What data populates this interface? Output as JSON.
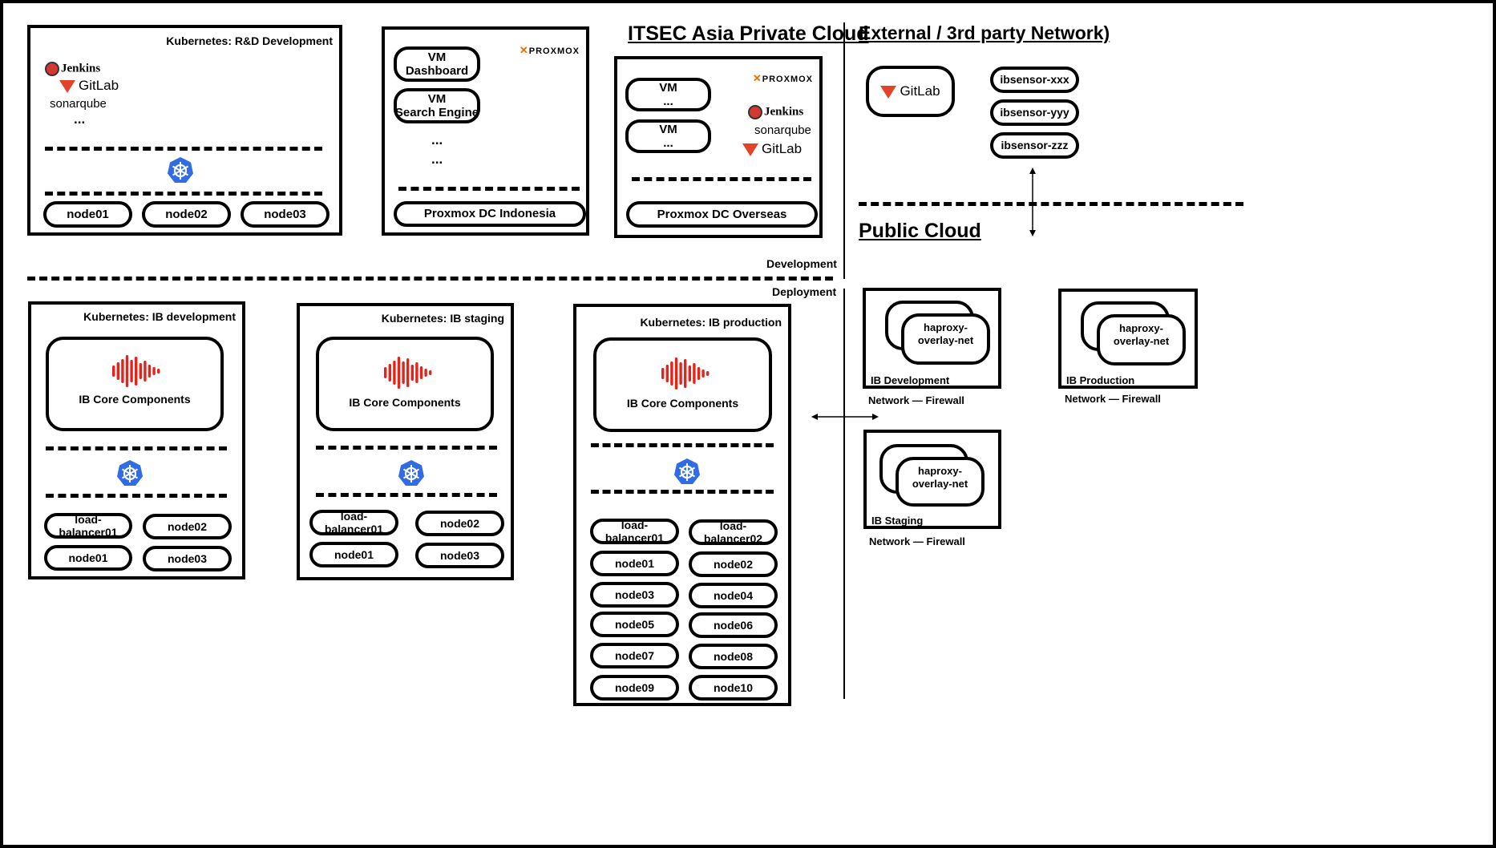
{
  "headings": {
    "itsec": "ITSEC Asia Private Cloud",
    "external": "External / 3rd party Network)",
    "public_cloud": "Public Cloud",
    "development": "Development",
    "deployment": "Deployment"
  },
  "rd": {
    "title": "Kubernetes: R&D Development",
    "tools": {
      "jenkins": "Jenkins",
      "gitlab": "GitLab",
      "sonar": "sonarqube",
      "more": "..."
    },
    "nodes": [
      "node01",
      "node02",
      "node03"
    ]
  },
  "pve_id": {
    "brand": "PROXMOX",
    "vms": [
      "VM\nDashboard",
      "VM\nSearch Engine"
    ],
    "more": [
      "...",
      "..."
    ],
    "base": "Proxmox DC Indonesia"
  },
  "pve_os": {
    "brand": "PROXMOX",
    "vms": [
      "VM\n...",
      "VM\n..."
    ],
    "tools": {
      "jenkins": "Jenkins",
      "sonar": "sonarqube",
      "gitlab": "GitLab"
    },
    "base": "Proxmox DC Overseas"
  },
  "external": {
    "gitlab": "GitLab",
    "sensors": [
      "ibsensor-xxx",
      "ibsensor-yyy",
      "ibsensor-zzz"
    ]
  },
  "ib_dev": {
    "title": "Kubernetes: IB development",
    "core": "IB Core Components",
    "nodes": [
      "load-balancer01",
      "node02",
      "node01",
      "node03"
    ]
  },
  "ib_stg": {
    "title": "Kubernetes: IB staging",
    "core": "IB Core Components",
    "nodes": [
      "load-balancer01",
      "node02",
      "node01",
      "node03"
    ]
  },
  "ib_prod": {
    "title": "Kubernetes: IB production",
    "core": "IB Core Components",
    "nodes": [
      "load-balancer01",
      "load-balancer02",
      "node01",
      "node02",
      "node03",
      "node04",
      "node05",
      "node06",
      "node07",
      "node08",
      "node09",
      "node10"
    ]
  },
  "firewalls": {
    "dev": {
      "overlay": "haproxy-\noverlay-net",
      "env": "IB Development",
      "caption": "Network — Firewall"
    },
    "prod": {
      "overlay": "haproxy-\noverlay-net",
      "env": "IB Production",
      "caption": "Network — Firewall"
    },
    "stg": {
      "overlay": "haproxy-\noverlay-net",
      "env": "IB Staging",
      "caption": "Network — Firewall"
    }
  },
  "icons": {
    "kubernetes": "kubernetes-icon",
    "soundwave": "soundwave-icon",
    "gitlab": "gitlab-icon",
    "jenkins": "jenkins-icon",
    "proxmox": "proxmox-icon"
  },
  "colors": {
    "kubernetes": "#326ce5",
    "soundwave": "#e3241b",
    "gitlab": "#e24329",
    "proxmox": "#e57000"
  }
}
